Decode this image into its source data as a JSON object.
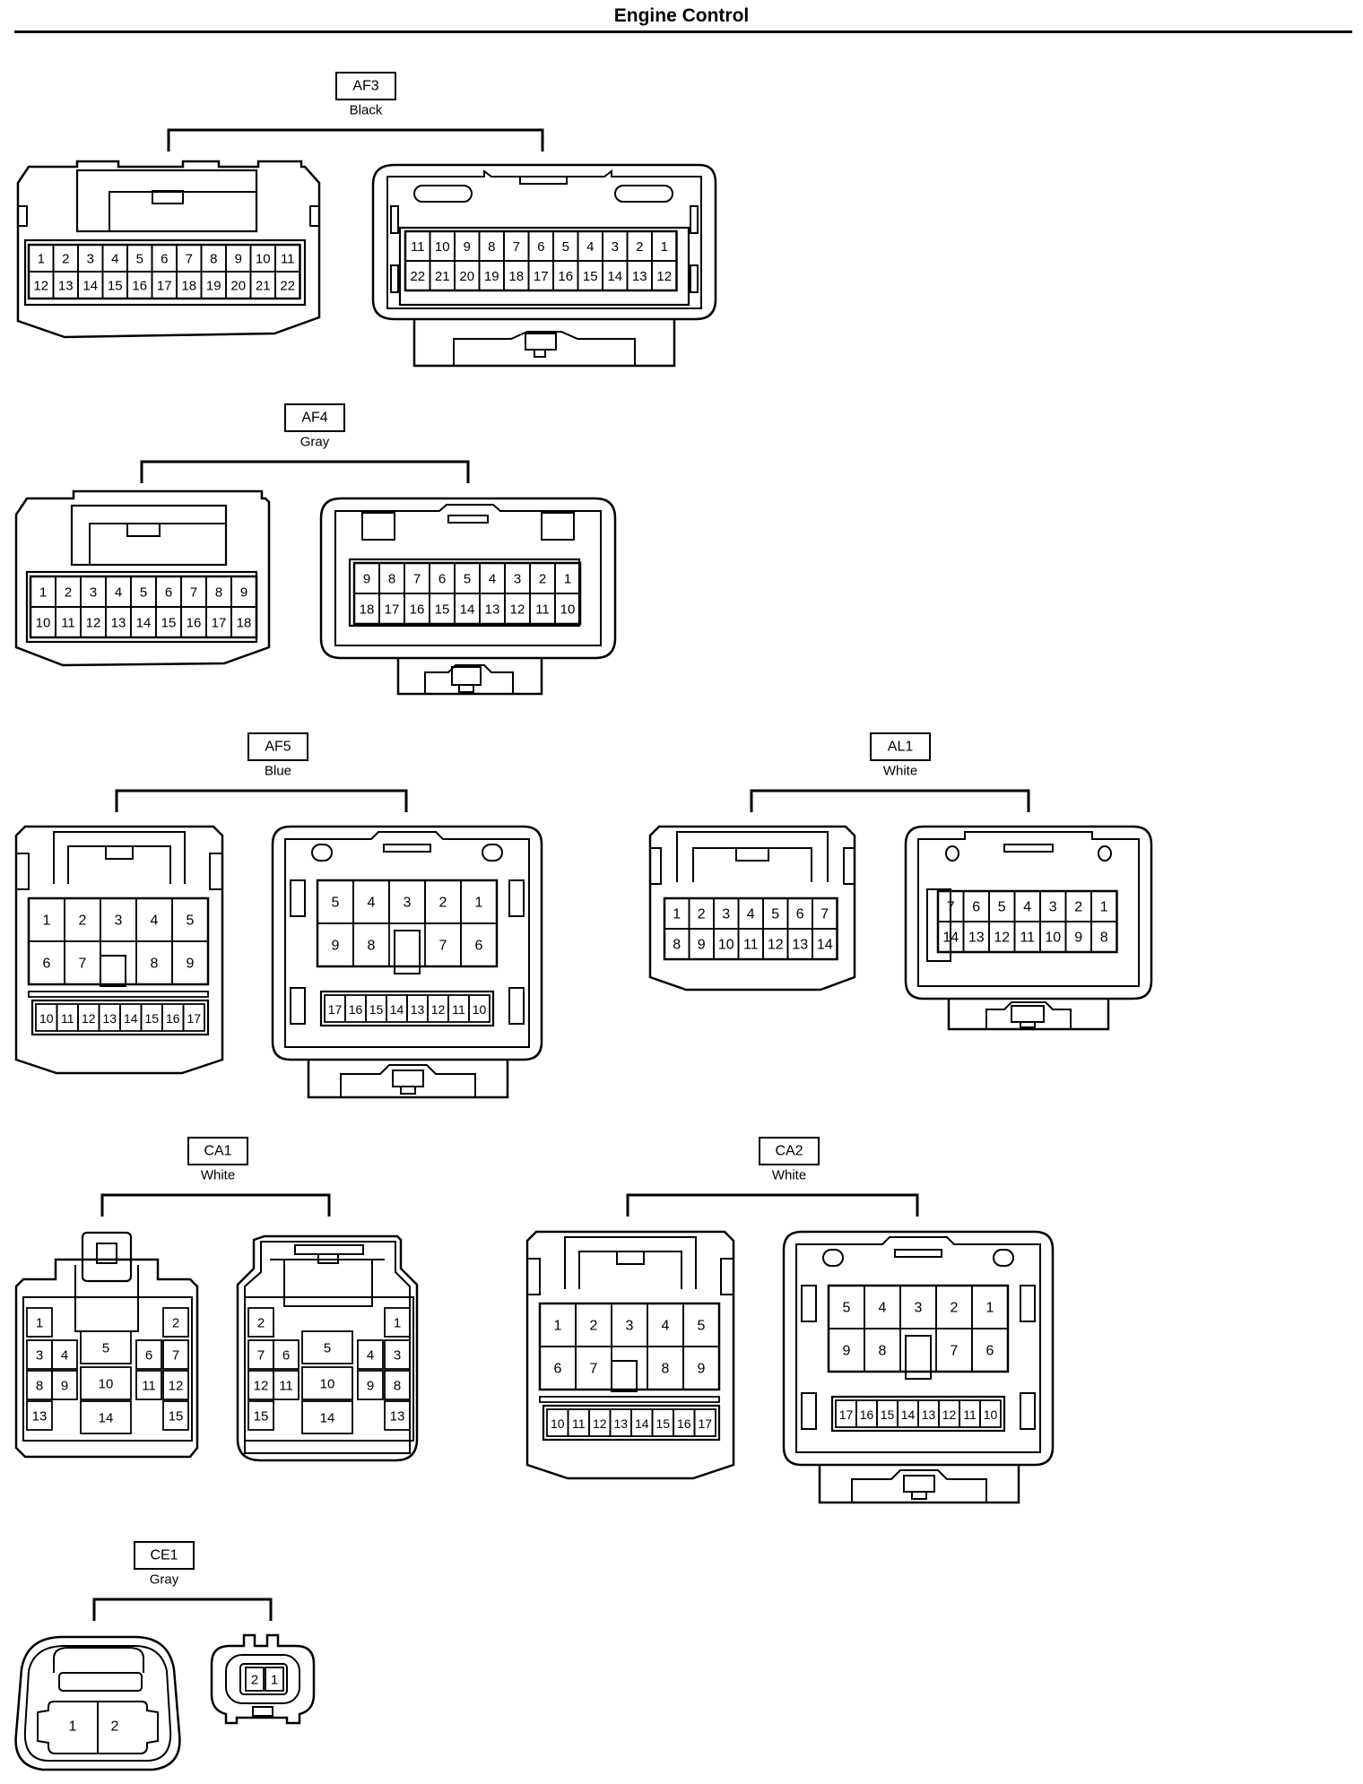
{
  "header": {
    "title": "Engine Control"
  },
  "connectors": [
    {
      "id": "AF3",
      "color": "Black",
      "views": [
        {
          "rows": [
            [
              "1",
              "2",
              "3",
              "4",
              "5",
              "6",
              "7",
              "8",
              "9",
              "10",
              "11"
            ],
            [
              "12",
              "13",
              "14",
              "15",
              "16",
              "17",
              "18",
              "19",
              "20",
              "21",
              "22"
            ]
          ]
        },
        {
          "rows": [
            [
              "11",
              "10",
              "9",
              "8",
              "7",
              "6",
              "5",
              "4",
              "3",
              "2",
              "1"
            ],
            [
              "22",
              "21",
              "20",
              "19",
              "18",
              "17",
              "16",
              "15",
              "14",
              "13",
              "12"
            ]
          ]
        }
      ]
    },
    {
      "id": "AF4",
      "color": "Gray",
      "views": [
        {
          "rows": [
            [
              "1",
              "2",
              "3",
              "4",
              "5",
              "6",
              "7",
              "8",
              "9"
            ],
            [
              "10",
              "11",
              "12",
              "13",
              "14",
              "15",
              "16",
              "17",
              "18"
            ]
          ]
        },
        {
          "rows": [
            [
              "9",
              "8",
              "7",
              "6",
              "5",
              "4",
              "3",
              "2",
              "1"
            ],
            [
              "18",
              "17",
              "16",
              "15",
              "14",
              "13",
              "12",
              "11",
              "10"
            ]
          ]
        }
      ]
    },
    {
      "id": "AF5",
      "color": "Blue",
      "views": [
        {
          "upper": [
            [
              "1",
              "2",
              "3",
              "4",
              "5"
            ],
            [
              "6",
              "7",
              "",
              "8",
              "9"
            ]
          ],
          "lower": [
            "10",
            "11",
            "12",
            "13",
            "14",
            "15",
            "16",
            "17"
          ]
        },
        {
          "upper": [
            [
              "5",
              "4",
              "3",
              "2",
              "1"
            ],
            [
              "9",
              "8",
              "",
              "7",
              "6"
            ]
          ],
          "lower": [
            "17",
            "16",
            "15",
            "14",
            "13",
            "12",
            "11",
            "10"
          ]
        }
      ]
    },
    {
      "id": "AL1",
      "color": "White",
      "views": [
        {
          "rows": [
            [
              "1",
              "2",
              "3",
              "4",
              "5",
              "6",
              "7"
            ],
            [
              "8",
              "9",
              "10",
              "11",
              "12",
              "13",
              "14"
            ]
          ]
        },
        {
          "rows": [
            [
              "7",
              "6",
              "5",
              "4",
              "3",
              "2",
              "1"
            ],
            [
              "14",
              "13",
              "12",
              "11",
              "10",
              "9",
              "8"
            ]
          ]
        }
      ]
    },
    {
      "id": "CA1",
      "color": "White",
      "views": [
        {
          "pins": [
            "1",
            "2",
            "3",
            "4",
            "5",
            "6",
            "7",
            "8",
            "9",
            "10",
            "11",
            "12",
            "13",
            "14",
            "15"
          ]
        },
        {
          "pins": [
            "2",
            "1",
            "7",
            "6",
            "5",
            "4",
            "3",
            "12",
            "11",
            "10",
            "9",
            "8",
            "15",
            "14",
            "13"
          ]
        }
      ]
    },
    {
      "id": "CA2",
      "color": "White",
      "views": [
        {
          "upper": [
            [
              "1",
              "2",
              "3",
              "4",
              "5"
            ],
            [
              "6",
              "7",
              "",
              "8",
              "9"
            ]
          ],
          "lower": [
            "10",
            "11",
            "12",
            "13",
            "14",
            "15",
            "16",
            "17"
          ]
        },
        {
          "upper": [
            [
              "5",
              "4",
              "3",
              "2",
              "1"
            ],
            [
              "9",
              "8",
              "",
              "7",
              "6"
            ]
          ],
          "lower": [
            "17",
            "16",
            "15",
            "14",
            "13",
            "12",
            "11",
            "10"
          ]
        }
      ]
    },
    {
      "id": "CE1",
      "color": "Gray",
      "views": [
        {
          "pins": [
            "1",
            "2"
          ]
        },
        {
          "pins": [
            "2",
            "1"
          ]
        }
      ]
    }
  ]
}
